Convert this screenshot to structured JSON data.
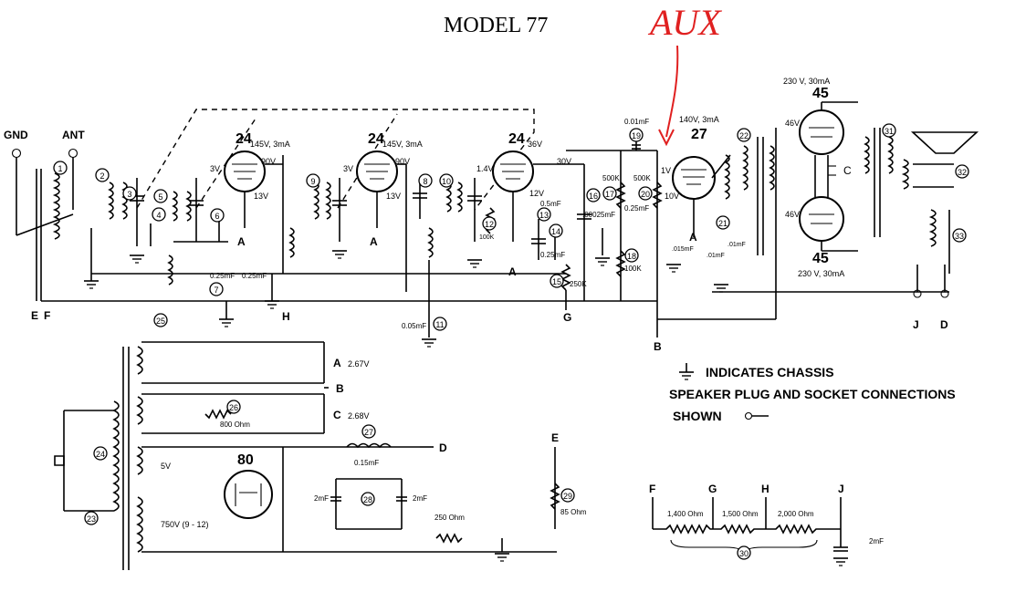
{
  "title": "MODEL 77",
  "annotation": "AUX",
  "terminals": {
    "gnd": "GND",
    "ant": "ANT",
    "e": "E",
    "f": "F",
    "g": "G",
    "h": "H",
    "b": "B",
    "j": "J",
    "d": "D"
  },
  "tubes": [
    {
      "type": "24",
      "rating": "145V, 3mA",
      "grid": "3V",
      "plate": "90V",
      "cathode": "13V",
      "filament": "A"
    },
    {
      "type": "24",
      "rating": "145V, 3mA",
      "grid": "3V",
      "plate": "90V",
      "cathode": "13V",
      "filament": "A"
    },
    {
      "type": "24",
      "rating": "36V",
      "grid": "1.4V",
      "plate": "30V",
      "cathode": "12V",
      "filament": "A"
    },
    {
      "type": "27",
      "rating": "140V, 3mA",
      "grid": "1V",
      "cathode": "10V",
      "filament": "A"
    },
    {
      "type": "45",
      "rating": "230 V, 30mA",
      "grid": "46V"
    },
    {
      "type": "45",
      "rating": "230 V, 30mA",
      "grid": "46V"
    },
    {
      "type": "80"
    }
  ],
  "values": {
    "c7a": "0.25mF",
    "c7b": "0.25mF",
    "c19": "0.01mF",
    "c11": "0.05mF",
    "r17": "500K",
    "r20": "500K",
    "c16": ".00025mF",
    "c13": "0.5mF",
    "c14": "0.25mF",
    "c14b": "0.25mF",
    "r12": "100K",
    "r18": "100K",
    "r15": "250K",
    "c21a": ".015mF",
    "c21b": ".01mF",
    "c21c": ".01mF",
    "chassis_label": "C"
  },
  "power": {
    "a_volt": "2.67V",
    "c_volt": "2.68V",
    "r26_label": "800 Ohm",
    "v5": "5V",
    "v750": "750V (9 - 12)",
    "c_015": "0.15mF",
    "c2a": "2mF",
    "c2b": "2mF",
    "r250": "250 Ohm",
    "r85": "85 Ohm",
    "a": "A",
    "b": "B",
    "c": "C",
    "d": "D",
    "e": "E"
  },
  "divider": {
    "f": "F",
    "g": "G",
    "h": "H",
    "j": "J",
    "r1": "1,400 Ohm",
    "r2": "1,500 Ohm",
    "r3": "2,000 Ohm",
    "c28": "2mF"
  },
  "legend": {
    "line1": "INDICATES CHASSIS",
    "line2": "SPEAKER PLUG AND SOCKET CONNECTIONS",
    "line3": "SHOWN"
  },
  "callouts": [
    "1",
    "2",
    "3",
    "4",
    "5",
    "6",
    "7",
    "8",
    "9",
    "10",
    "11",
    "12",
    "13",
    "14",
    "15",
    "16",
    "17",
    "18",
    "19",
    "20",
    "21",
    "22",
    "23",
    "24",
    "25",
    "26",
    "27",
    "28",
    "29",
    "30",
    "31",
    "32",
    "33"
  ]
}
